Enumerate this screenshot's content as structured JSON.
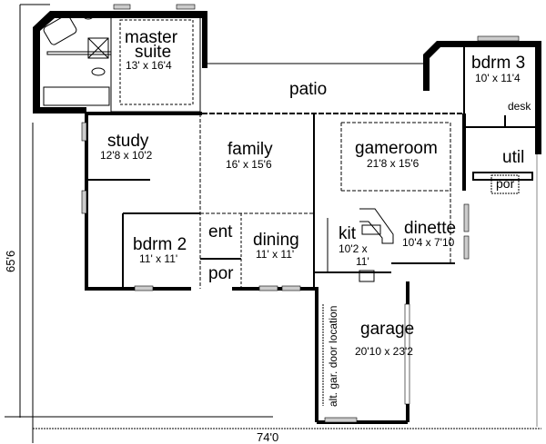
{
  "plan": {
    "title": "Single-story house floor plan",
    "overall_width": "74'0",
    "overall_depth": "65'6",
    "rooms": [
      {
        "id": "master_suite",
        "name_line1": "master",
        "name_line2": "suite",
        "dims": "13' x 16'4"
      },
      {
        "id": "patio",
        "name": "patio"
      },
      {
        "id": "bdrm3",
        "name": "bdrm 3",
        "dims": "10' x 11'4"
      },
      {
        "id": "desk",
        "name": "desk"
      },
      {
        "id": "study",
        "name": "study",
        "dims": "12'8 x 10'2"
      },
      {
        "id": "family",
        "name": "family",
        "dims": "16' x 15'6"
      },
      {
        "id": "gameroom",
        "name": "gameroom",
        "dims": "21'8 x 15'6"
      },
      {
        "id": "util",
        "name": "util"
      },
      {
        "id": "por_right",
        "name": "por"
      },
      {
        "id": "bdrm2",
        "name": "bdrm 2",
        "dims": "11' x 11'"
      },
      {
        "id": "ent",
        "name": "ent"
      },
      {
        "id": "por_front",
        "name": "por"
      },
      {
        "id": "dining",
        "name": "dining",
        "dims": "11' x 11'"
      },
      {
        "id": "kit",
        "name": "kit",
        "dims_line1": "10'2 x",
        "dims_line2": "11'"
      },
      {
        "id": "dinette",
        "name": "dinette",
        "dims": "10'4 x 7'10"
      },
      {
        "id": "garage",
        "name": "garage",
        "dims": "20'10 x 23'2"
      }
    ],
    "annotations": {
      "alt_garage_door": "alt. gar. door location"
    }
  },
  "colors": {
    "wall": "#000000",
    "line": "#000000",
    "window": "#b8b8b8",
    "background": "#ffffff"
  }
}
